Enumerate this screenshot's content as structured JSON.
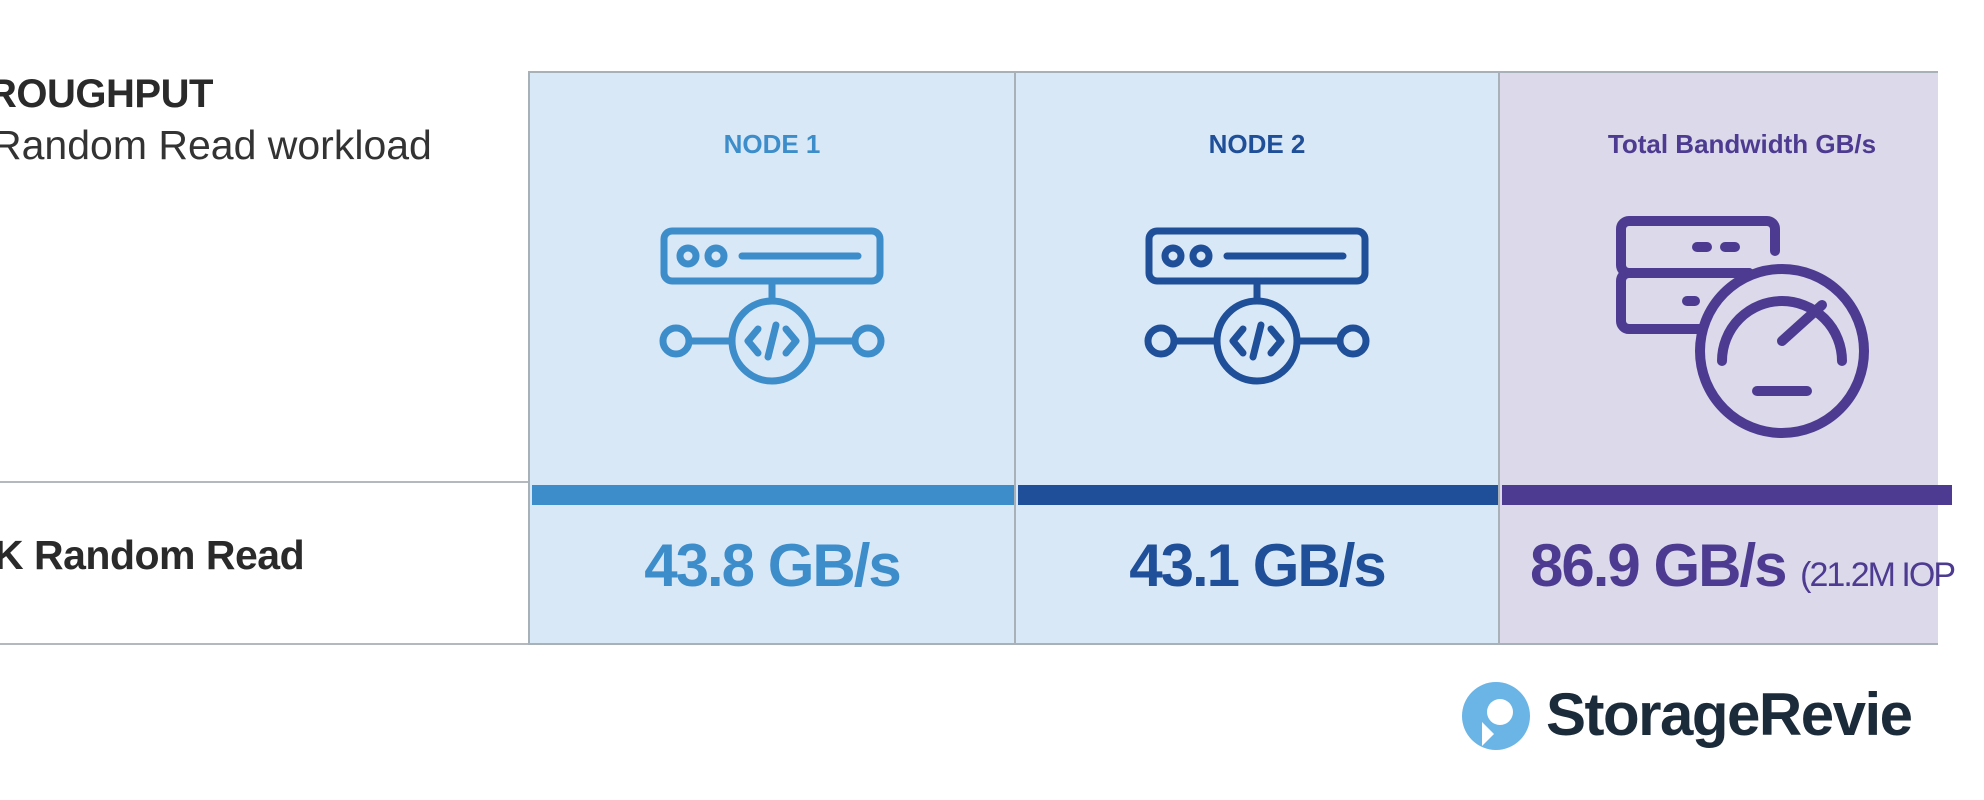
{
  "header": {
    "title": "ROUGHPUT",
    "subtitle": "Random Read workload"
  },
  "row": {
    "label": "K Random Read"
  },
  "chart_data": {
    "type": "table",
    "columns": [
      {
        "name": "NODE 1",
        "value": 43.8,
        "display": "43.8 GB/s",
        "color": "#3d8dcb",
        "icon": "server-code-icon"
      },
      {
        "name": "NODE 2",
        "value": 43.1,
        "display": "43.1 GB/s",
        "color": "#1f4f98",
        "icon": "server-code-icon"
      },
      {
        "name": "Total Bandwidth GB/s",
        "value": 86.9,
        "display": "86.9 GB/s",
        "extra": "(21.2M IOP",
        "color": "#4d3b91",
        "icon": "server-speedometer-icon"
      }
    ],
    "unit": "GB/s"
  },
  "logo": {
    "text": "StorageRevie",
    "icon": "storagereview-logo-icon",
    "color": "#6ab4e6"
  },
  "colors": {
    "node1": "#3d8dcb",
    "node2": "#1f4f98",
    "total": "#4d3b91",
    "node_bg": "#d9e8f6",
    "total_bg": "#dcd9ea"
  }
}
